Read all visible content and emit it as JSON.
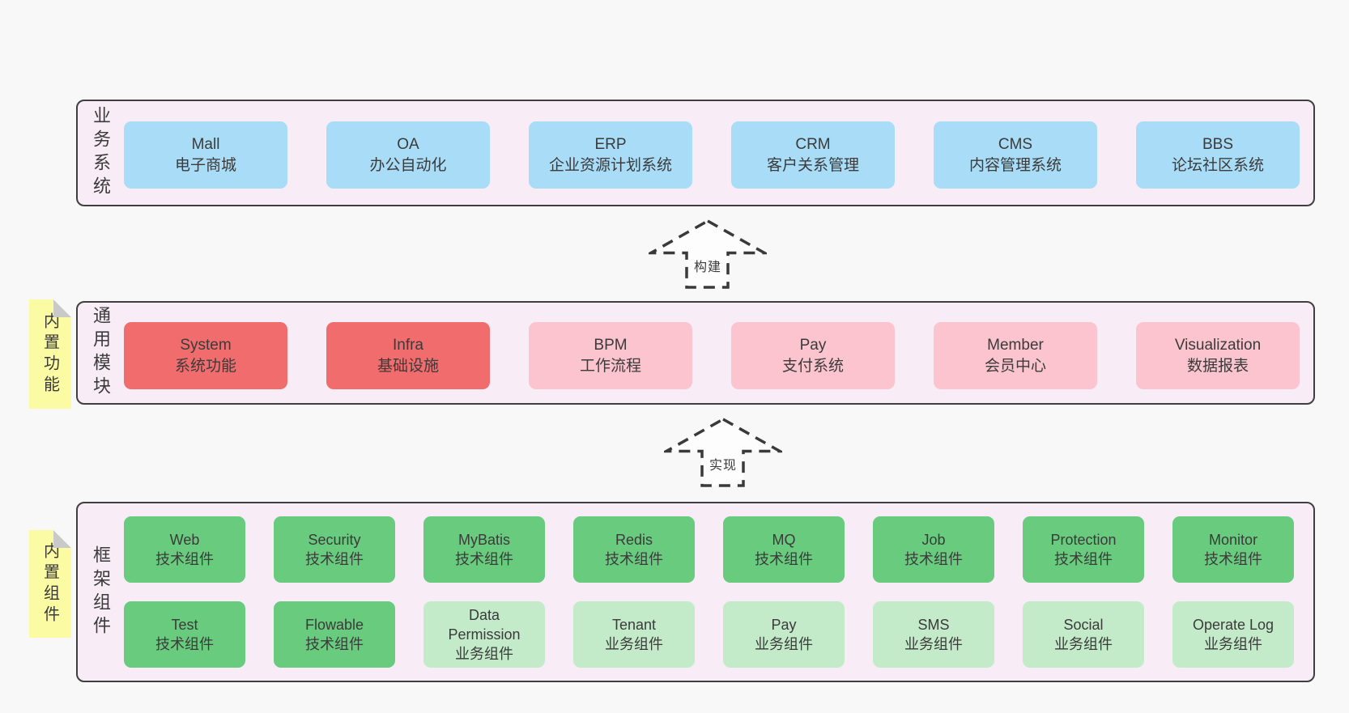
{
  "arrows": [
    {
      "label": "构建"
    },
    {
      "label": "实现"
    }
  ],
  "layers": {
    "business": {
      "label": "业务系统",
      "boxes": [
        {
          "title": "Mall",
          "subtitle": "电子商城"
        },
        {
          "title": "OA",
          "subtitle": "办公自动化"
        },
        {
          "title": "ERP",
          "subtitle": "企业资源计划系统"
        },
        {
          "title": "CRM",
          "subtitle": "客户关系管理"
        },
        {
          "title": "CMS",
          "subtitle": "内容管理系统"
        },
        {
          "title": "BBS",
          "subtitle": "论坛社区系统"
        }
      ]
    },
    "modules": {
      "label": "通用模块",
      "note": "内置功能",
      "boxes": [
        {
          "title": "System",
          "subtitle": "系统功能"
        },
        {
          "title": "Infra",
          "subtitle": "基础设施"
        },
        {
          "title": "BPM",
          "subtitle": "工作流程"
        },
        {
          "title": "Pay",
          "subtitle": "支付系统"
        },
        {
          "title": "Member",
          "subtitle": "会员中心"
        },
        {
          "title": "Visualization",
          "subtitle": "数据报表"
        }
      ]
    },
    "components": {
      "label": "框架组件",
      "note": "内置组件",
      "row1": [
        {
          "title": "Web",
          "subtitle": "技术组件"
        },
        {
          "title": "Security",
          "subtitle": "技术组件"
        },
        {
          "title": "MyBatis",
          "subtitle": "技术组件"
        },
        {
          "title": "Redis",
          "subtitle": "技术组件"
        },
        {
          "title": "MQ",
          "subtitle": "技术组件"
        },
        {
          "title": "Job",
          "subtitle": "技术组件"
        },
        {
          "title": "Protection",
          "subtitle": "技术组件"
        },
        {
          "title": "Monitor",
          "subtitle": "技术组件"
        }
      ],
      "row2": [
        {
          "title": "Test",
          "subtitle": "技术组件"
        },
        {
          "title": "Flowable",
          "subtitle": "技术组件"
        },
        {
          "title": "Data Permission",
          "subtitle": "业务组件"
        },
        {
          "title": "Tenant",
          "subtitle": "业务组件"
        },
        {
          "title": "Pay",
          "subtitle": "业务组件"
        },
        {
          "title": "SMS",
          "subtitle": "业务组件"
        },
        {
          "title": "Social",
          "subtitle": "业务组件"
        },
        {
          "title": "Operate Log",
          "subtitle": "业务组件"
        }
      ]
    }
  },
  "colors": {
    "page_bg": "#f8f8f8",
    "panel_bg": "#f8edf7",
    "panel_border": "#3f3f3f",
    "business_box": "#a9dcf7",
    "module_core_box": "#f16c6c",
    "module_optional_box": "#fbc4ce",
    "tech_component_box": "#68cb7d",
    "biz_component_box": "#c3ebc9",
    "note_bg": "#fbfba3"
  }
}
